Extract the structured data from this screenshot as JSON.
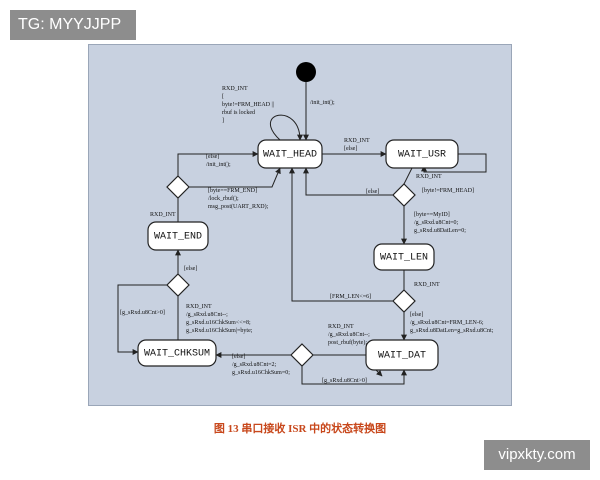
{
  "watermarks": {
    "top_left": "TG: MYYJJPP",
    "bottom_right": "vipxkty.com"
  },
  "caption": "图 13  串口接收 ISR 中的状态转换图",
  "states": {
    "wait_head": "WAIT_HEAD",
    "wait_usr": "WAIT_USR",
    "wait_len": "WAIT_LEN",
    "wait_dat": "WAIT_DAT",
    "wait_chksum": "WAIT_CHKSUM",
    "wait_end": "WAIT_END"
  },
  "labels": {
    "init": "/init_int();",
    "self_loop_1": "RXD_INT",
    "self_loop_2": "[",
    "self_loop_3": "byte!=FRM_HEAD ||",
    "self_loop_4": "rbuf is locked",
    "self_loop_5": "]",
    "head_usr_1": "RXD_INT",
    "head_usr_2": "[else]",
    "usr_loop_1": "RXD_INT",
    "usr_loop_2": "[byte!=FRM_HEAD]",
    "usr_else": "[else]",
    "usr_len_1": "[byte==MyID]",
    "usr_len_2": "/g_sRxd.u8Cnt=0;",
    "usr_len_3": "g_sRxd.u8DatLen=0;",
    "len_dat_1": "RXD_INT",
    "frm_len": "[FRM_LEN<=6]",
    "len_dat_2": "[else]",
    "len_dat_3": "/g_sRxd.u8Cnt=FRM_LEN-6;",
    "len_dat_4": "g_sRxd.u8DatLen=g_sRxd.u8Cnt;",
    "dat_loop_1": "RXD_INT",
    "dat_loop_2": "/g_sRxd.u8Cnt--;",
    "dat_loop_3": "post_rbuf(byte);",
    "dat_gt0": "[g_sRxd.u8Cnt>0]",
    "dat_chk_1": "[else]",
    "dat_chk_2": "/g_sRxd.u8Cnt=2;",
    "dat_chk_3": "g_sRxd.u16ChkSum=0;",
    "chk_loop_1": "RXD_INT",
    "chk_loop_2": "/g_sRxd.u8Cnt--;",
    "chk_loop_3": "g_sRxd.u16ChkSum<<=8;",
    "chk_loop_4": "g_sRxd.u16ChkSum|=byte;",
    "chk_gt0": "[g_sRxd.u8Cnt>0]",
    "chk_else": "[else]",
    "end_int": "RXD_INT",
    "end_else_1": "[else]",
    "end_else_2": "/init_int();",
    "end_ok_1": "[byte==FRM_END]",
    "end_ok_2": "/lock_rbuf();",
    "end_ok_3": "msg_post(UART_RXD);"
  },
  "colors": {
    "panel": "#c8d1e0",
    "caption": "#c8481c",
    "watermark": "#8d8d8d"
  }
}
